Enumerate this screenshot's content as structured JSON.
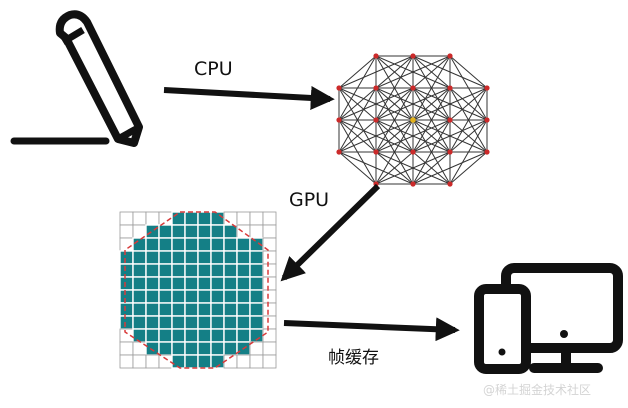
{
  "labels": {
    "cpu": "CPU",
    "gpu": "GPU",
    "framebuffer": "帧缓存"
  },
  "watermark": "@稀土掘金技术社区",
  "icons": {
    "draw": "pencil-icon",
    "vertices": "vertex-mesh-icon",
    "raster": "pixel-grid-icon",
    "display": "devices-icon"
  },
  "colors": {
    "stroke": "#111111",
    "vertex": "#cc2a2a",
    "vertex_center": "#e3b21c",
    "pixel_fill": "#147f86",
    "hex_outline": "#d83a3a",
    "grid_line": "#9a9a9a"
  }
}
